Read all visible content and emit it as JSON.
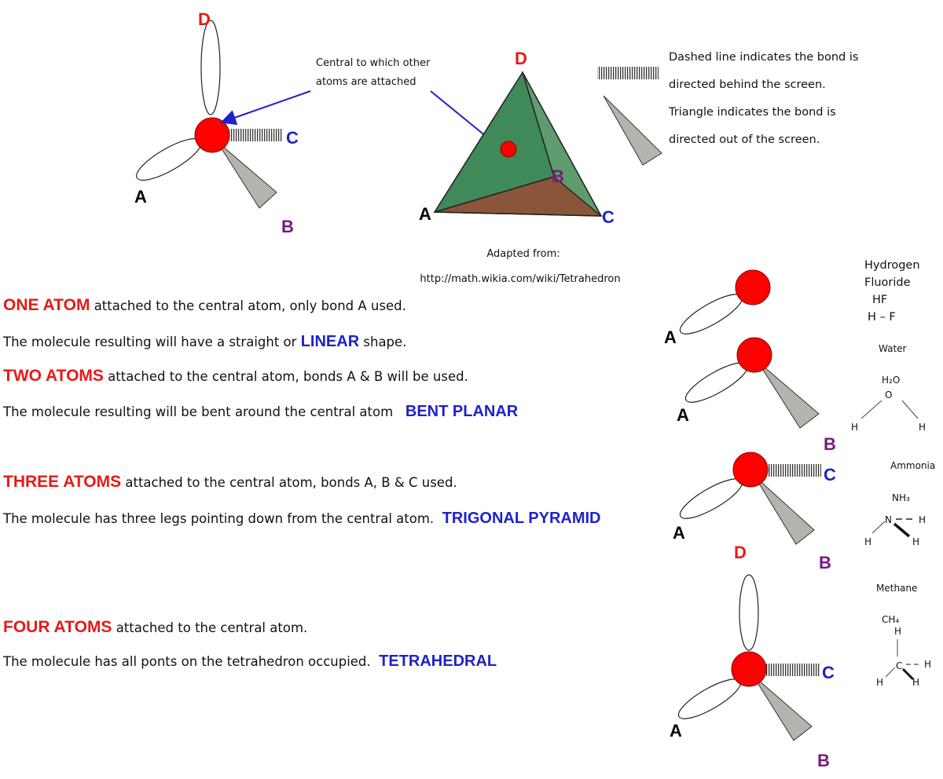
{
  "top_molecule": {
    "labels": {
      "D": "D",
      "C": "C",
      "A": "A",
      "B": "B"
    }
  },
  "central_note": [
    "Central to which other",
    "atoms are attached"
  ],
  "tetrahedron": {
    "labels": {
      "D": "D",
      "A": "A",
      "B": "B",
      "C": "C"
    },
    "colors": {
      "left_face": "#3f8a58",
      "right_face": "#5f9c6d",
      "base": "#8a5538"
    }
  },
  "legend": [
    "Dashed line indicates the bond is",
    "directed behind the screen.",
    "Triangle indicates the bond is",
    "directed out of the screen."
  ],
  "credit": {
    "line1": "Adapted from:",
    "url": "http://math.wikia.com/wiki/Tetrahedron"
  },
  "sections": [
    {
      "heading": "ONE ATOM",
      "rest": " attached to the central atom, only bond A  used.",
      "line2_pre": "The molecule resulting will have a straight or ",
      "line2_shape": "LINEAR",
      "line2_post": " shape."
    },
    {
      "heading": "TWO ATOMS",
      "rest": " attached to the central atom, bonds A & B will be used.",
      "line2_pre": "The molecule resulting will be bent around the central atom   ",
      "line2_shape": "BENT PLANAR"
    },
    {
      "heading": "THREE ATOMS",
      "rest": " attached to the central atom, bonds A, B & C used.",
      "line2_pre": "The molecule has three legs pointing down from the central atom.  ",
      "line2_shape": "TRIGONAL PYRAMID"
    },
    {
      "heading": "FOUR ATOMS",
      "rest": " attached to the central atom.",
      "line2_pre": "The molecule has all ponts on the tetrahedron occupied.  ",
      "line2_shape": "TETRAHEDRAL"
    }
  ],
  "examples": {
    "hf": {
      "name1": "Hydrogen",
      "name2": "Fluoride",
      "formula": "HF",
      "structure": "H – F",
      "labels": {
        "A": "A"
      }
    },
    "water": {
      "name": "Water",
      "formula": "H₂O",
      "O": "O",
      "H1": "H",
      "H2": "H",
      "labels": {
        "A": "A",
        "B": "B"
      }
    },
    "ammonia": {
      "name": "Ammonia",
      "formula": "NH₃",
      "N": "N",
      "H1": "H",
      "H2": "H",
      "H3": "H",
      "labels": {
        "C": "C",
        "A": "A",
        "D": "D",
        "B": "B"
      }
    },
    "methane": {
      "name": "Methane",
      "formula": "CH₄",
      "C": "C",
      "H1": "H",
      "H2": "H",
      "H3": "H",
      "H4": "H",
      "labels": {
        "C": "C",
        "A": "A",
        "B": "B"
      }
    }
  }
}
